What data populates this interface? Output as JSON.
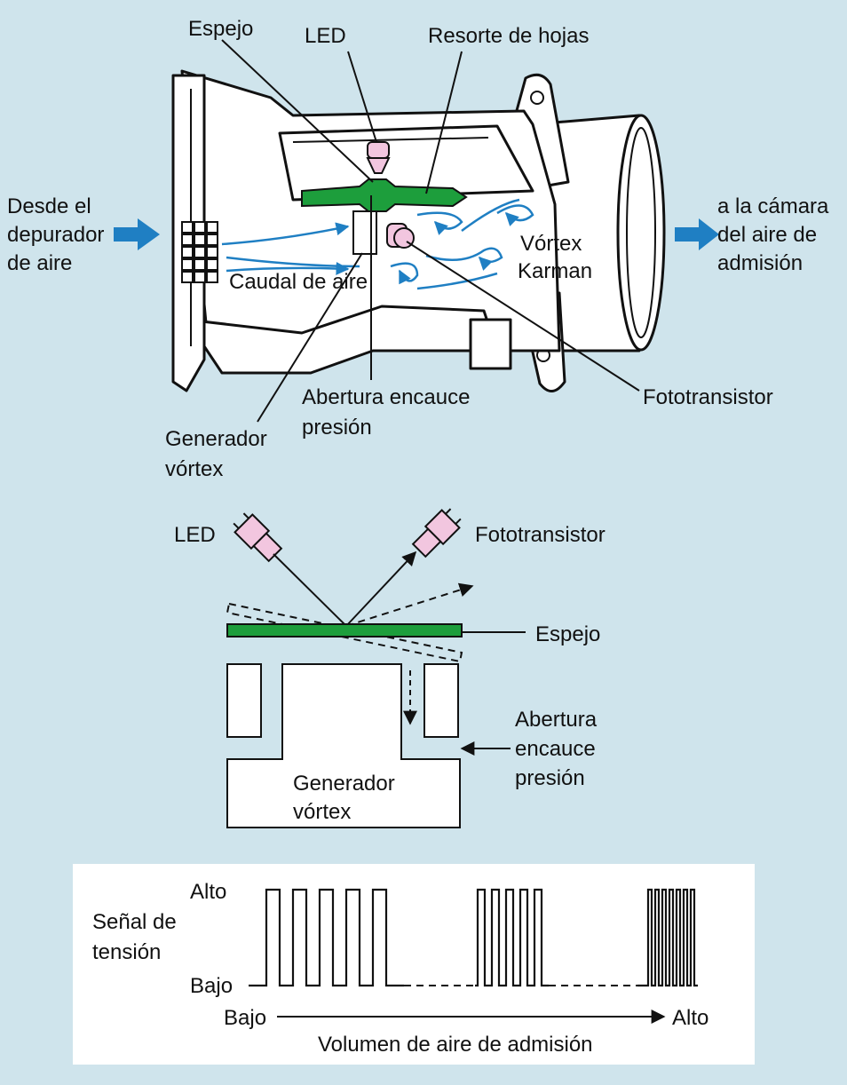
{
  "colors": {
    "background": "#cfe4ec",
    "mirror": "#1d9e3c",
    "led_pink": "#f2c6df",
    "airflow_arrow": "#1f7fc3",
    "panel": "#ffffff"
  },
  "top_labels": {
    "espejo": "Espejo",
    "led": "LED",
    "resorte": "Resorte de hojas",
    "desde_line1": "Desde el",
    "desde_line2": "depurador",
    "desde_line3": "de aire",
    "camara_line1": "a la cámara",
    "camara_line2": "del aire de",
    "camara_line3": "admisión",
    "vortex_line1": "Vórtex",
    "vortex_line2": "Karman",
    "caudal": "Caudal de aire",
    "abertura_line1": "Abertura encauce",
    "abertura_line2": "presión",
    "fototransistor": "Fototransistor",
    "generador_line1": "Generador",
    "generador_line2": "vórtex"
  },
  "detail_labels": {
    "led": "LED",
    "fototransistor": "Fototransistor",
    "espejo": "Espejo",
    "abertura_line1": "Abertura",
    "abertura_line2": "encauce",
    "abertura_line3": "presión",
    "generador_line1": "Generador",
    "generador_line2": "vórtex"
  },
  "signal_panel": {
    "alto_level": "Alto",
    "bajo_level": "Bajo",
    "senal_line1": "Señal de",
    "senal_line2": "tensión",
    "axis_low": "Bajo",
    "axis_high": "Alto",
    "axis_title": "Volumen de aire de admisión"
  }
}
